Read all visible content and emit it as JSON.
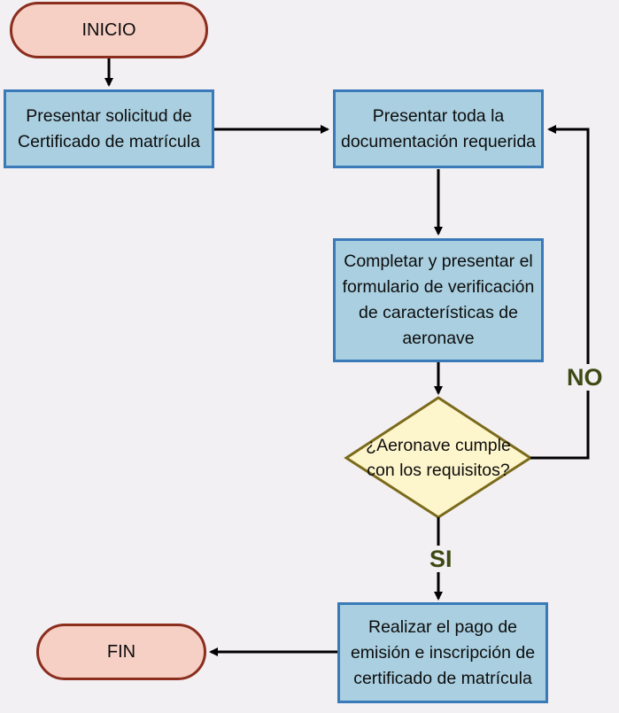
{
  "nodes": {
    "start": "INICIO",
    "request": "Presentar solicitud de Certificado de matrícula",
    "docs": "Presentar toda la documentación requerida",
    "form": "Completar y presentar el formulario de verificación de características de aeronave",
    "decision": "¿Aeronave cumple con los requisitos?",
    "payment": "Realizar el pago de emisión e inscripción de certificado de matrícula",
    "end": "FIN"
  },
  "edges": {
    "no_label": "NO",
    "yes_label": "SI"
  },
  "colors": {
    "process_fill": "#a9cfe0",
    "process_border": "#3a7ab8",
    "terminal_fill": "#f6cfc5",
    "terminal_border": "#8b2e1e",
    "decision_fill": "#fdf5cc",
    "decision_border": "#7a6a1a",
    "branch_label": "#3d4a14"
  }
}
